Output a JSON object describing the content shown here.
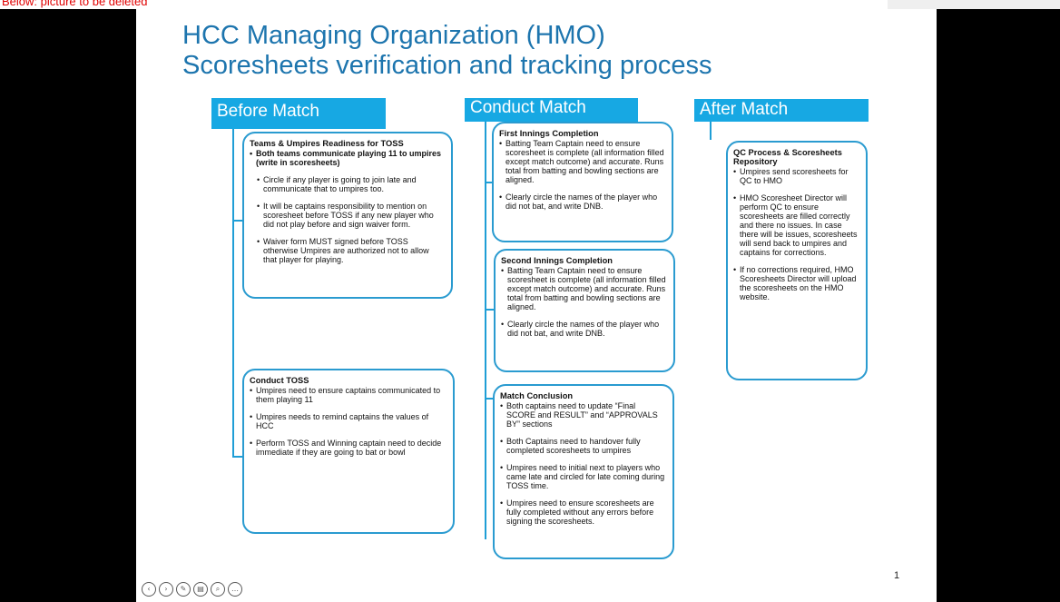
{
  "note": "Below: picture to be deleted",
  "slide": {
    "title_line1": "HCC Managing Organization (HMO)",
    "title_line2": "Scoresheets verification and tracking process",
    "page_number": "1",
    "headers": {
      "before": "Before Match",
      "conduct": "Conduct Match",
      "after": "After Match"
    },
    "boxes": {
      "teams": {
        "title": "Teams & Umpires Readiness for TOSS",
        "bullets": [
          "Both teams communicate playing 11 to umpires (write in scoresheets)",
          "Circle if any player is going to join late and communicate that to umpires too.",
          "It will be captains responsibility to mention on scoresheet before TOSS if any new player who did not play before and sign waiver form.",
          "Waiver form MUST signed before TOSS otherwise Umpires are authorized not to allow that player for playing."
        ]
      },
      "toss": {
        "title": "Conduct TOSS",
        "bullets": [
          "Umpires need to ensure captains communicated to them playing 11",
          "Umpires needs to remind captains the values of HCC",
          "Perform TOSS and Winning captain need to decide immediate if they are going to bat or bowl"
        ]
      },
      "first": {
        "title": "First Innings Completion",
        "bullets": [
          "Batting Team Captain need to ensure scoresheet is complete (all information filled except match outcome) and accurate. Runs total from batting and bowling sections are aligned.",
          "Clearly circle the names of the player who did not bat, and write DNB."
        ]
      },
      "second": {
        "title": "Second Innings Completion",
        "bullets": [
          "Batting Team Captain need to ensure scoresheet is complete (all information filled except match outcome) and accurate. Runs total from batting and bowling sections are aligned.",
          "Clearly circle the names of the player who did not bat, and write DNB."
        ]
      },
      "conclusion": {
        "title": "Match Conclusion",
        "bullets": [
          "Both captains need to update “Final SCORE and RESULT” and “APPROVALS BY” sections",
          "Both Captains need to handover fully completed scoresheets to umpires",
          "Umpires need to initial next to players who came late and circled for late coming during TOSS time.",
          "Umpires need to ensure scoresheets are fully completed without any errors before signing the scoresheets."
        ]
      },
      "qc": {
        "title": "QC Process & Scoresheets Repository",
        "bullets": [
          "Umpires send scoresheets for QC to HMO",
          "HMO Scoresheet Director will perform QC to ensure scoresheets are filled correctly and there no issues. In case there will be issues, scoresheets will send back to umpires and captains for corrections.",
          "If no corrections required, HMO Scoresheets Director will upload the scoresheets on the HMO website."
        ]
      }
    }
  },
  "controls": [
    {
      "name": "previous-slide-icon",
      "glyph": "‹"
    },
    {
      "name": "next-slide-icon",
      "glyph": "›"
    },
    {
      "name": "pen-icon",
      "glyph": "✎"
    },
    {
      "name": "slides-overview-icon",
      "glyph": "▤"
    },
    {
      "name": "zoom-icon",
      "glyph": "⌕"
    },
    {
      "name": "more-options-icon",
      "glyph": "…"
    }
  ]
}
